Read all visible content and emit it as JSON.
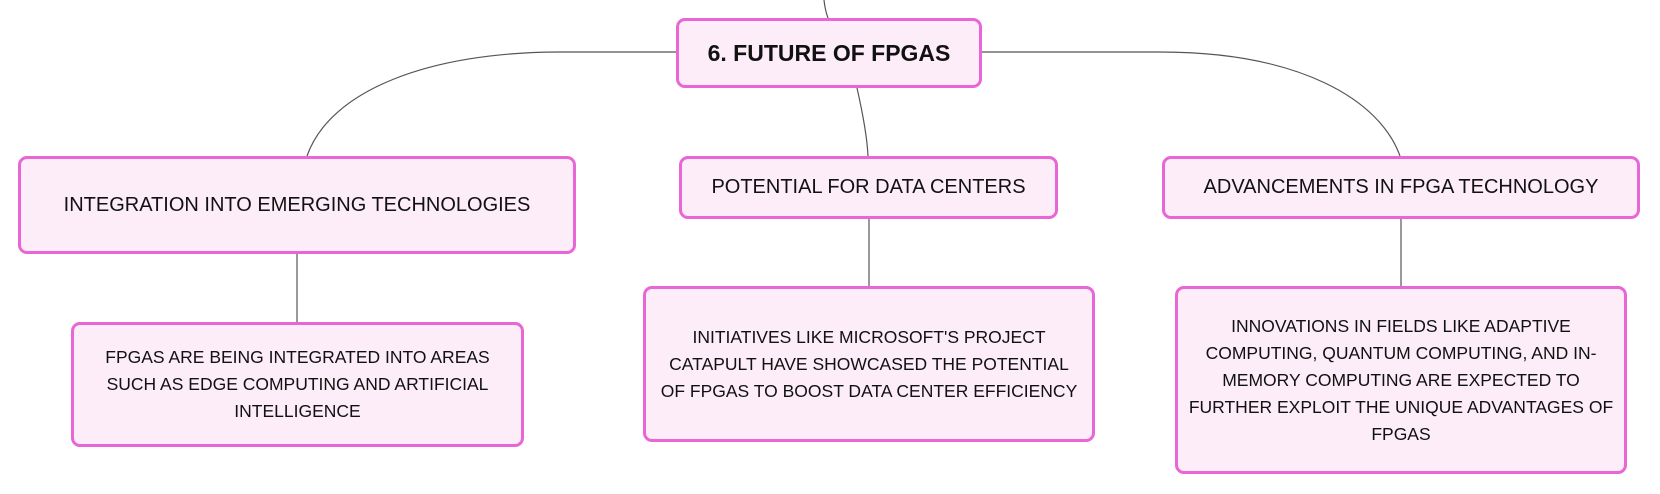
{
  "diagram": {
    "root": "6. FUTURE OF FPGAS",
    "topics": [
      {
        "label": "INTEGRATION INTO EMERGING TECHNOLOGIES",
        "detail": "FPGAS ARE BEING INTEGRATED INTO AREAS SUCH AS EDGE COMPUTING AND ARTIFICIAL INTELLIGENCE"
      },
      {
        "label": "POTENTIAL FOR DATA CENTERS",
        "detail": "INITIATIVES LIKE MICROSOFT'S PROJECT CATAPULT HAVE SHOWCASED THE POTENTIAL OF FPGAS TO BOOST DATA CENTER EFFICIENCY"
      },
      {
        "label": "ADVANCEMENTS IN FPGA TECHNOLOGY",
        "detail": "INNOVATIONS IN FIELDS LIKE ADAPTIVE COMPUTING, QUANTUM COMPUTING, AND IN-MEMORY COMPUTING ARE EXPECTED TO FURTHER EXPLOIT THE UNIQUE ADVANTAGES OF FPGAS"
      }
    ]
  },
  "colors": {
    "node_fill": "#fcedf9",
    "node_border": "#e866d6",
    "connector": "#555555",
    "text": "#111111"
  }
}
